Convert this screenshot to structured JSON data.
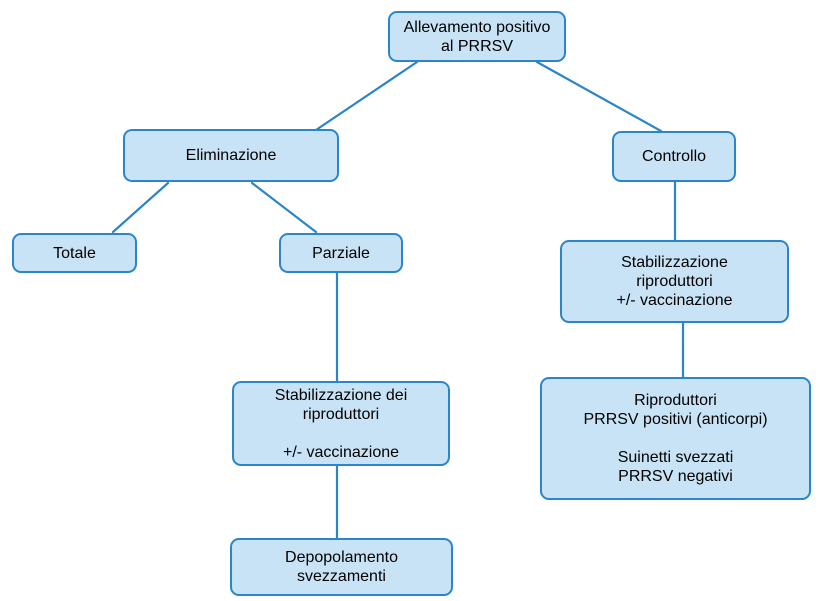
{
  "diagram": {
    "type": "flowchart",
    "language": "it",
    "colors": {
      "node_fill": "#c9e3f6",
      "node_border": "#2b85c9",
      "connector": "#2b85c9",
      "text": "#000000",
      "background": "#ffffff"
    },
    "nodes": {
      "root": {
        "label": "Allevamento positivo\nal PRRSV"
      },
      "eliminazione": {
        "label": "Eliminazione"
      },
      "controllo": {
        "label": "Controllo"
      },
      "totale": {
        "label": "Totale"
      },
      "parziale": {
        "label": "Parziale"
      },
      "stabilizzazione_controllo": {
        "label": "Stabilizzazione\nriproduttori\n+/- vaccinazione"
      },
      "stabilizzazione_parziale": {
        "label": "Stabilizzazione dei\nriproduttori\n\n+/- vaccinazione"
      },
      "riproduttori": {
        "label": "Riproduttori\nPRRSV positivi (anticorpi)\n\nSuinetti svezzati\nPRRSV negativi"
      },
      "depopolamento": {
        "label": "Depopolamento\nsvezzamenti"
      }
    },
    "edges": [
      {
        "from": "root",
        "to": "eliminazione"
      },
      {
        "from": "root",
        "to": "controllo"
      },
      {
        "from": "eliminazione",
        "to": "totale"
      },
      {
        "from": "eliminazione",
        "to": "parziale"
      },
      {
        "from": "parziale",
        "to": "stabilizzazione_parziale"
      },
      {
        "from": "stabilizzazione_parziale",
        "to": "depopolamento"
      },
      {
        "from": "controllo",
        "to": "stabilizzazione_controllo"
      },
      {
        "from": "stabilizzazione_controllo",
        "to": "riproduttori"
      }
    ]
  }
}
